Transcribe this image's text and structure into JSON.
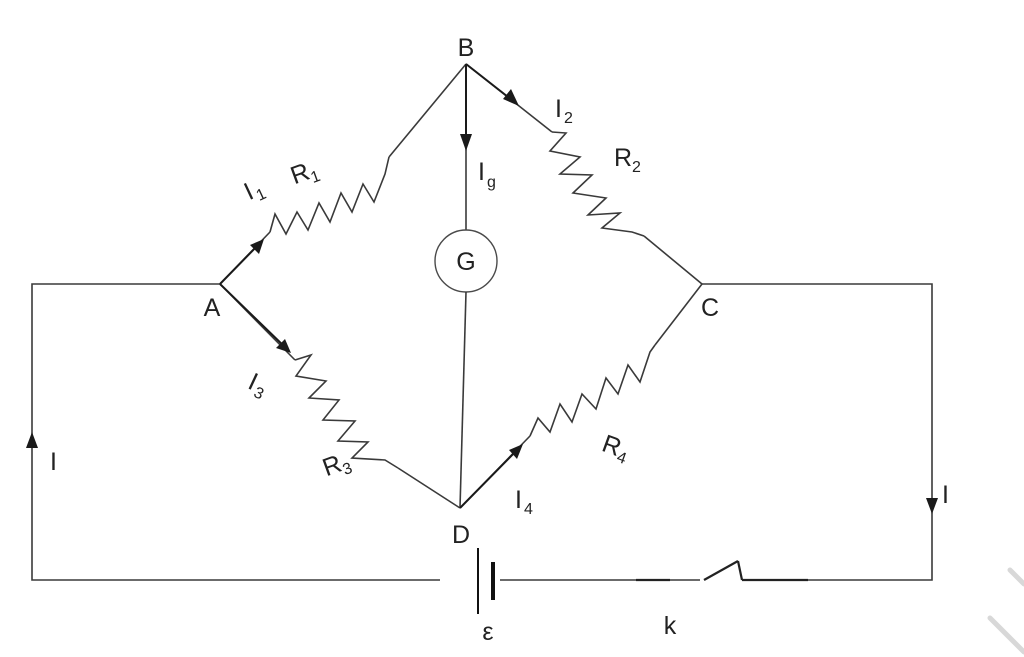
{
  "nodes": {
    "a": "A",
    "b": "B",
    "c": "C",
    "d": "D",
    "galvanometer": "G"
  },
  "resistors": {
    "r1": {
      "base": "R",
      "sub": "1"
    },
    "r2": {
      "base": "R",
      "sub": "2"
    },
    "r3": {
      "base": "R",
      "sub": "3"
    },
    "r4": {
      "base": "R",
      "sub": "4"
    }
  },
  "currents": {
    "i1": {
      "base": "I",
      "sub": "1"
    },
    "i2": {
      "base": "I",
      "sub": "2"
    },
    "i3": {
      "base": "I",
      "sub": "3"
    },
    "i4": {
      "base": "I",
      "sub": "4"
    },
    "ig": {
      "base": "I",
      "sub": "g"
    },
    "left": "I",
    "right": "I"
  },
  "battery": {
    "emf": "ε"
  },
  "switch": {
    "key": "k"
  }
}
